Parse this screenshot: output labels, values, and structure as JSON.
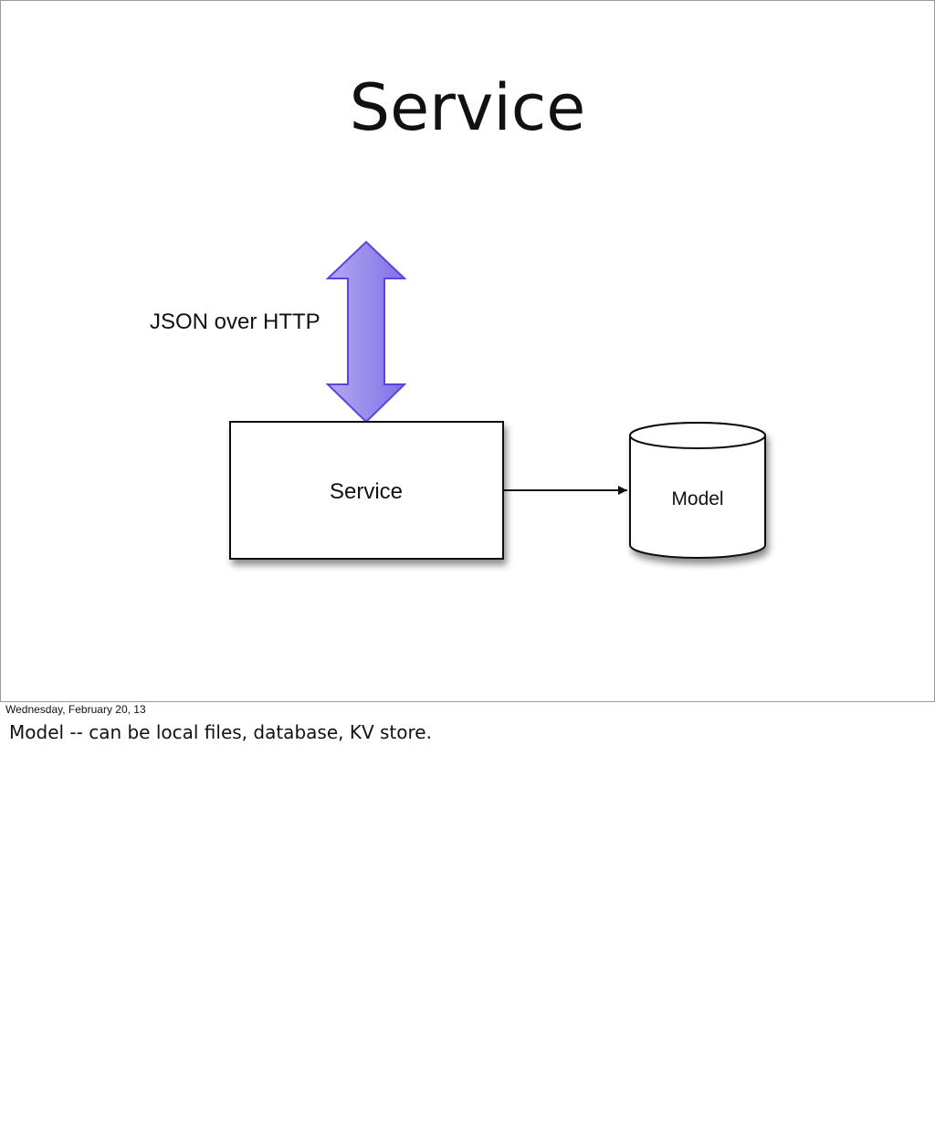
{
  "slide": {
    "title": "Service",
    "diagram": {
      "arrow_label": "JSON over HTTP",
      "service_box_label": "Service",
      "model_cylinder_label": "Model",
      "arrow_color": "#8b7ee8",
      "arrow_stroke": "#5a44e0"
    }
  },
  "footer": {
    "date": "Wednesday, February 20, 13"
  },
  "notes": {
    "text": "Model -- can be local files, database, KV store."
  }
}
